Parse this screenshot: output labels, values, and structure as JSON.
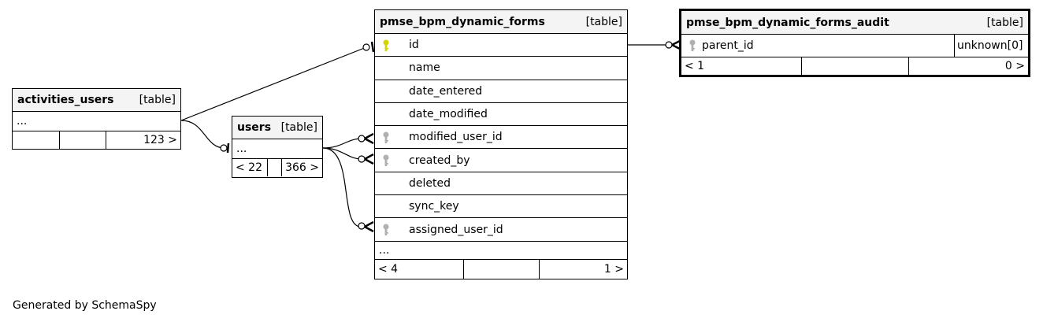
{
  "footer_text": "Generated by SchemaSpy",
  "tables": {
    "activities_users": {
      "name": "activities_users",
      "kind": "[table]",
      "ellipsis": "...",
      "foot": [
        "",
        "",
        "123 >"
      ]
    },
    "users": {
      "name": "users",
      "kind": "[table]",
      "ellipsis": "...",
      "foot": [
        "< 22",
        "",
        "366 >"
      ]
    },
    "forms": {
      "name": "pmse_bpm_dynamic_forms",
      "kind": "[table]",
      "columns": [
        "id",
        "name",
        "date_entered",
        "date_modified",
        "modified_user_id",
        "created_by",
        "deleted",
        "sync_key",
        "assigned_user_id"
      ],
      "ellipsis": "...",
      "foot": [
        "< 4",
        "",
        "1 >"
      ]
    },
    "audit": {
      "name": "pmse_bpm_dynamic_forms_audit",
      "kind": "[table]",
      "column": "parent_id",
      "column_type": "unknown[0]",
      "foot": [
        "< 1",
        "",
        "0 >"
      ]
    }
  },
  "colors": {
    "primary_key": "#d4d400",
    "foreign_key": "#b0b0b0",
    "header_bg": "#f4f4f4"
  }
}
